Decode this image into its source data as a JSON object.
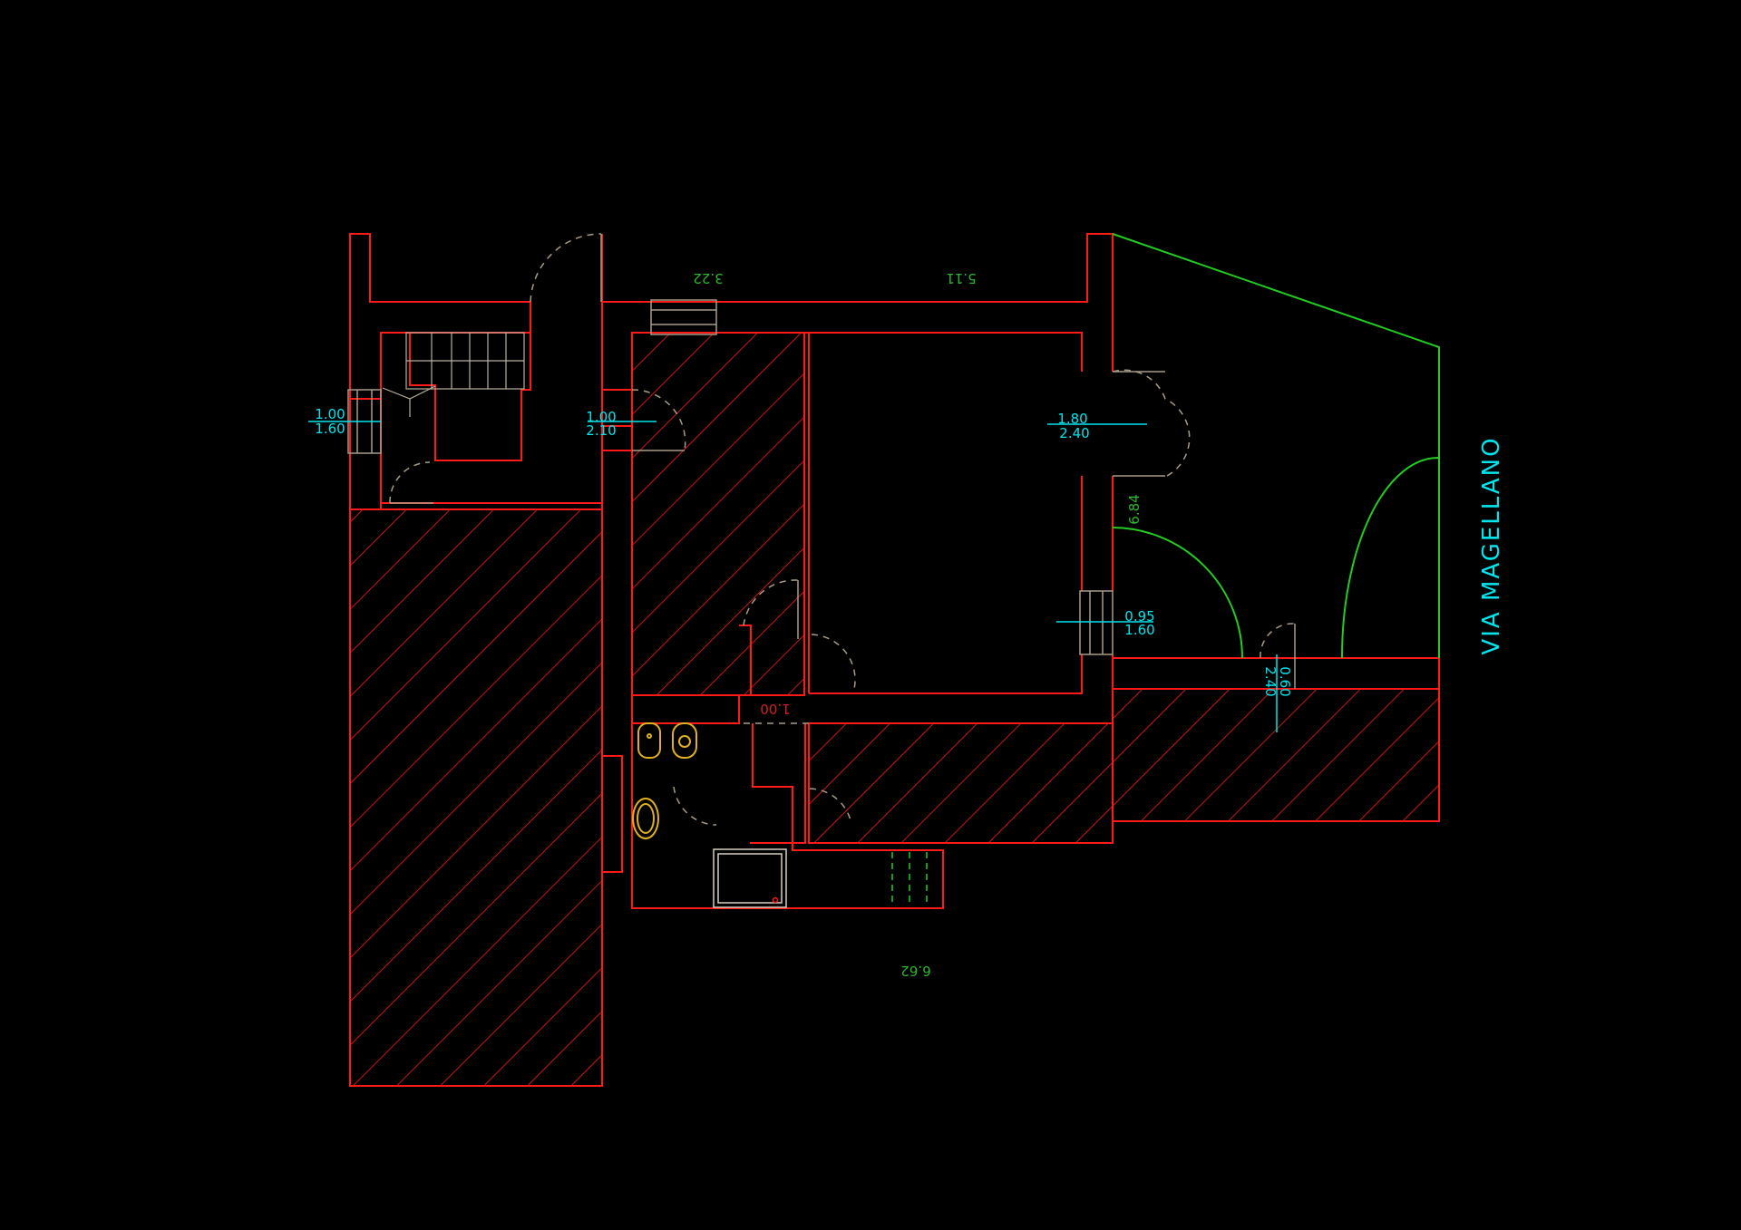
{
  "colors": {
    "background": "#000000",
    "wall": "#ff1a1a",
    "hatch": "#ff1a1a",
    "boundary": "#22cc22",
    "dimension": "#00e5ee",
    "measure": "#2fb42f",
    "door_swing": "#a89c88",
    "fixture": "#e0b020",
    "stair": "#b8b0a0"
  },
  "street": {
    "name": "VIA  MAGELLANO"
  },
  "openings": [
    {
      "id": "window-west",
      "width": "1.00",
      "height": "1.60"
    },
    {
      "id": "door-entry",
      "width": "1.00",
      "height": "2.10"
    },
    {
      "id": "door-east",
      "width": "1.80",
      "height": "2.40"
    },
    {
      "id": "window-east",
      "width": "0.95",
      "height": "1.60"
    },
    {
      "id": "door-gate",
      "width": "0.60",
      "height": "2.40"
    }
  ],
  "measurements": [
    {
      "id": "length-top-left",
      "value": "3.22"
    },
    {
      "id": "length-top-right",
      "value": "5.11"
    },
    {
      "id": "length-east",
      "value": "6.84"
    },
    {
      "id": "length-bottom",
      "value": "6.62"
    },
    {
      "id": "length-corridor",
      "value": "1.00"
    }
  ]
}
